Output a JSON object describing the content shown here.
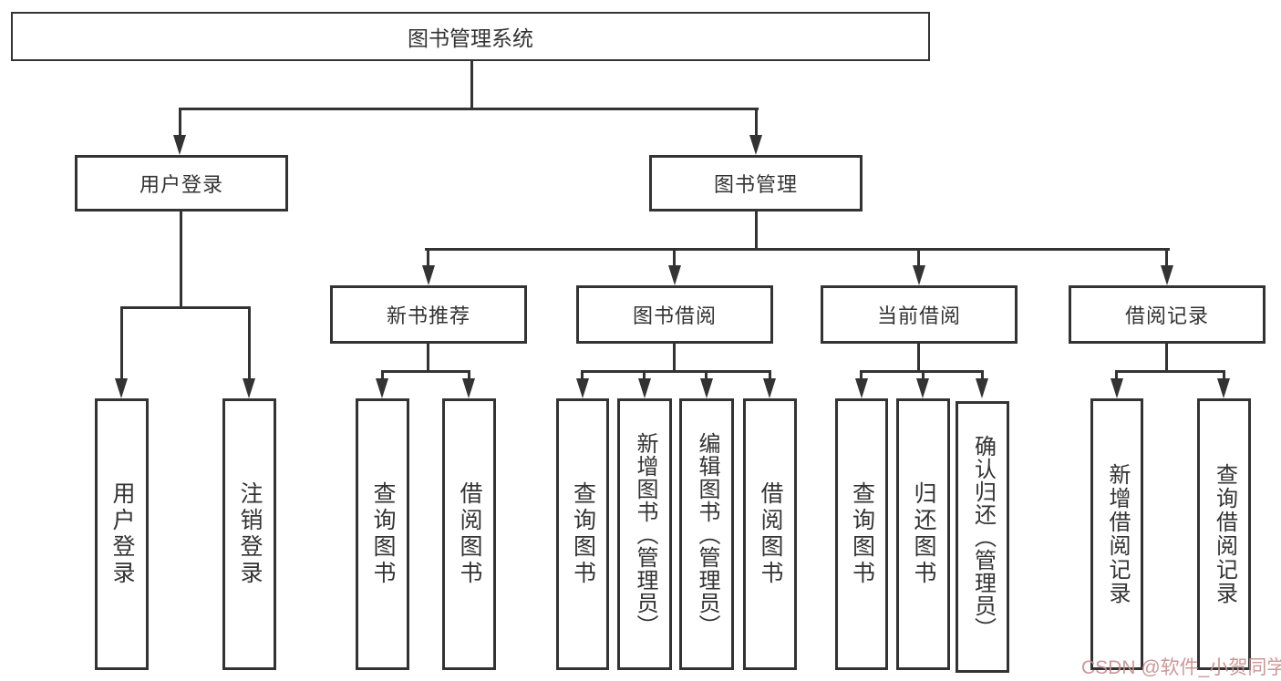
{
  "diagram": {
    "root_label": "图书管理系统",
    "watermark": "CSDN @软件_小贺同学",
    "colors": {
      "line": "#333333",
      "text": "#333333",
      "watermark": "#c98c8c",
      "background": "#ffffff"
    },
    "branches": [
      {
        "label": "用户登录",
        "children": [
          {
            "label": "用户登录"
          },
          {
            "label": "注销登录"
          }
        ]
      },
      {
        "label": "图书管理",
        "children": [
          {
            "label": "新书推荐",
            "children": [
              {
                "label": "查询图书"
              },
              {
                "label": "借阅图书"
              }
            ]
          },
          {
            "label": "图书借阅",
            "children": [
              {
                "label": "查询图书"
              },
              {
                "label": "新增图书（管理员）"
              },
              {
                "label": "编辑图书（管理员）"
              },
              {
                "label": "借阅图书"
              }
            ]
          },
          {
            "label": "当前借阅",
            "children": [
              {
                "label": "查询图书"
              },
              {
                "label": "归还图书"
              },
              {
                "label": "确认归还（管理员）"
              }
            ]
          },
          {
            "label": "借阅记录",
            "children": [
              {
                "label": "新增借阅记录"
              },
              {
                "label": "查询借阅记录"
              }
            ]
          }
        ]
      }
    ]
  }
}
